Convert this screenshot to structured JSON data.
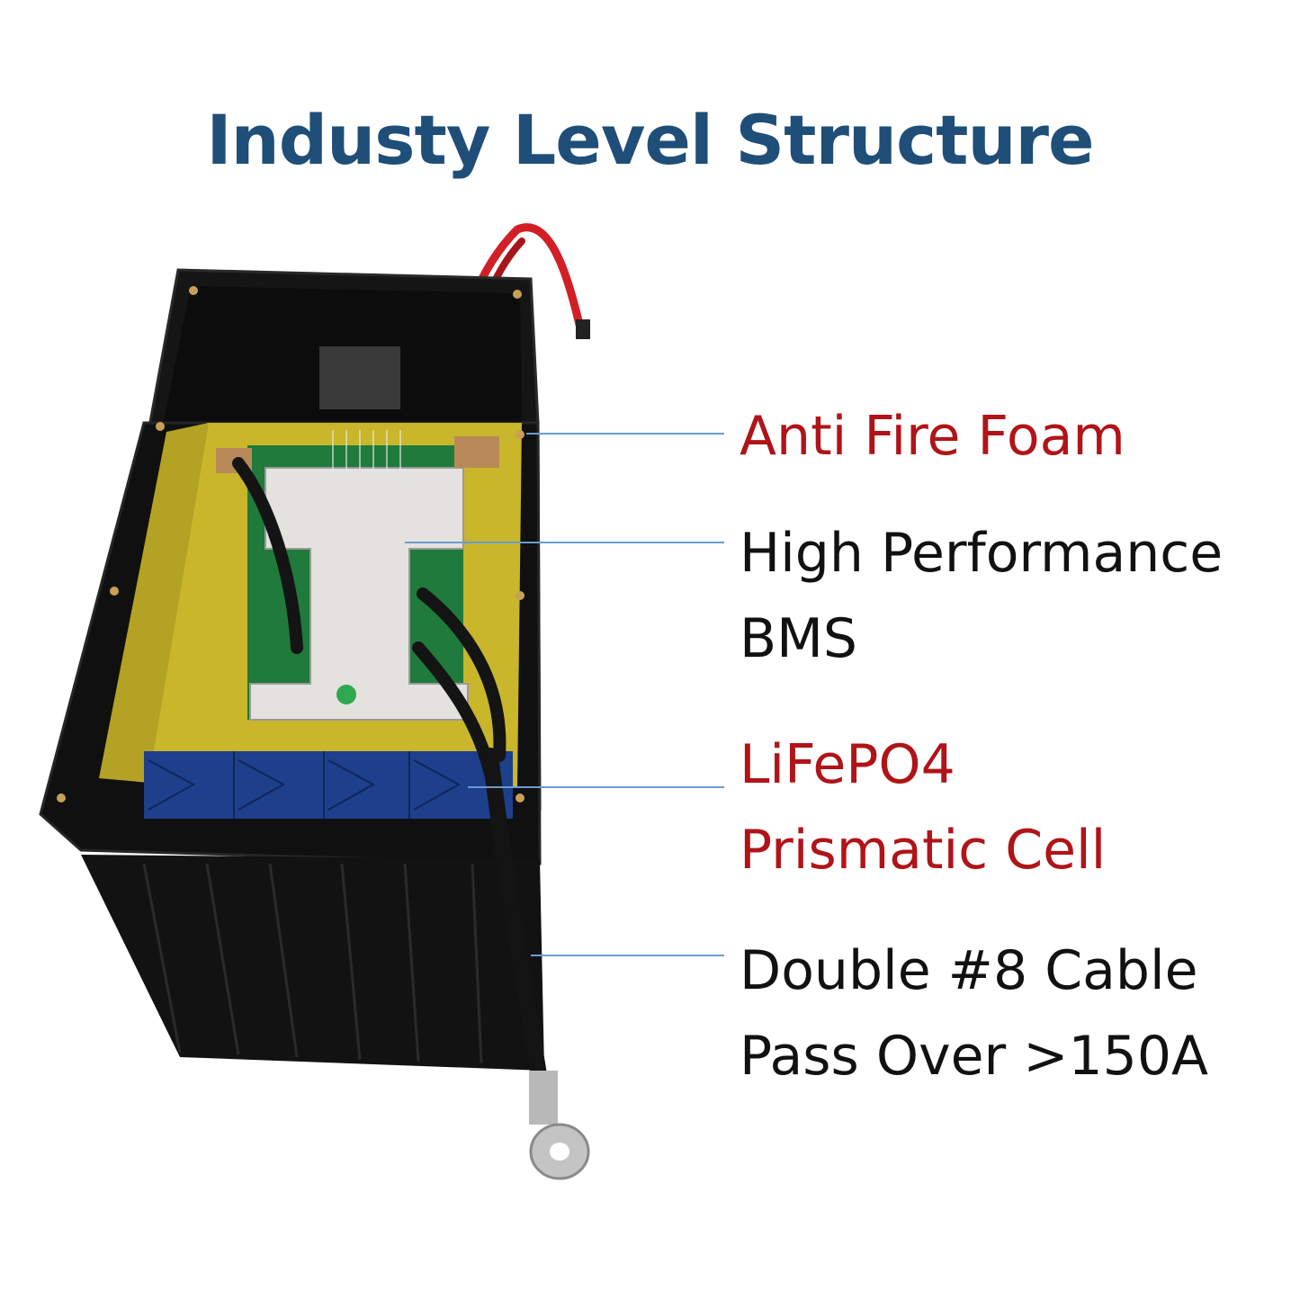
{
  "title": "Industy Level Structure",
  "colors": {
    "title": "#1f4e79",
    "callout_red": "#b01418",
    "callout_black": "#111111",
    "leader_line": "#6a9bd1",
    "battery_case": "#121212",
    "foam": "#c9b62a",
    "cells": "#1d3f8c",
    "bms_board": "#e4e2df",
    "pcb": "#1f7a3c",
    "cable_black": "#141414",
    "cable_red": "#d21f26",
    "lug": "#b8b8b8"
  },
  "callouts": [
    {
      "lines": [
        "Anti Fire Foam"
      ],
      "color": "red"
    },
    {
      "lines": [
        "High Performance",
        "BMS"
      ],
      "color": "black"
    },
    {
      "lines": [
        "LiFePO4",
        "Prismatic Cell"
      ],
      "color": "red"
    },
    {
      "lines": [
        "Double #8 Cable",
        "Pass Over >150A"
      ],
      "color": "black"
    }
  ],
  "icons": {
    "battery": "battery-illustration",
    "bms_indicator": "green-dot-icon"
  }
}
